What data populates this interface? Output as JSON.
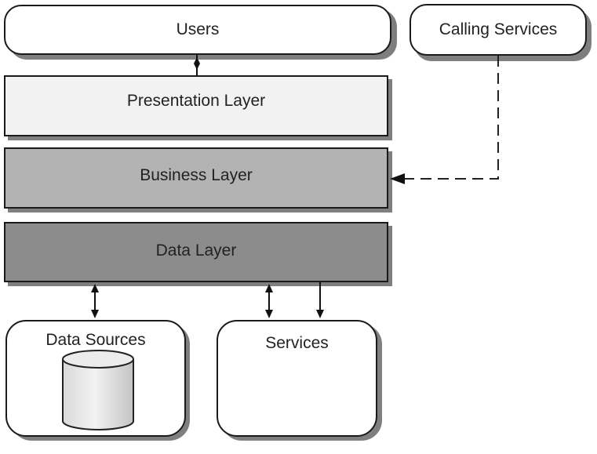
{
  "diagram": {
    "users": {
      "label": "Users"
    },
    "calling_services": {
      "label": "Calling Services"
    },
    "presentation_layer": {
      "label": "Presentation Layer"
    },
    "business_layer": {
      "label": "Business Layer"
    },
    "data_layer": {
      "label": "Data Layer"
    },
    "data_sources": {
      "label": "Data Sources"
    },
    "services": {
      "label": "Services"
    }
  },
  "colors": {
    "presentation_fill": "#f2f2f2",
    "business_fill": "#b3b3b3",
    "data_fill": "#8c8c8c",
    "box_fill": "#ffffff",
    "shadow": "#7f7f7f",
    "stroke": "#1a1a1a"
  },
  "icons": {
    "database": "database-cylinder-icon"
  }
}
